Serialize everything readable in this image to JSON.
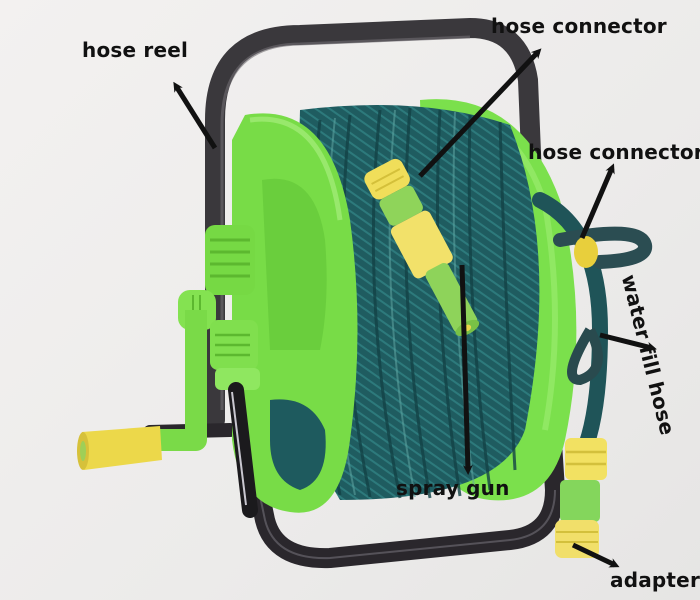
{
  "image": {
    "description": "Garden hose reel with annotated components",
    "background_color": "#eeeceb",
    "colors": {
      "frame": "#2e2b30",
      "plastic_green": "#7ee04a",
      "hose_teal": "#1e5a5e",
      "connector_yellow": "#f2e063",
      "arrow": "#111111",
      "label_text": "#111111"
    }
  },
  "annotations": [
    {
      "id": "hose-reel",
      "label": "hose reel"
    },
    {
      "id": "hose-connector-top",
      "label": "hose connector"
    },
    {
      "id": "hose-connector-right",
      "label": "hose connector"
    },
    {
      "id": "water-fill-hose",
      "label": "water fill hose"
    },
    {
      "id": "spray-gun",
      "label": "spray gun"
    },
    {
      "id": "adapter",
      "label": "adapter"
    }
  ]
}
